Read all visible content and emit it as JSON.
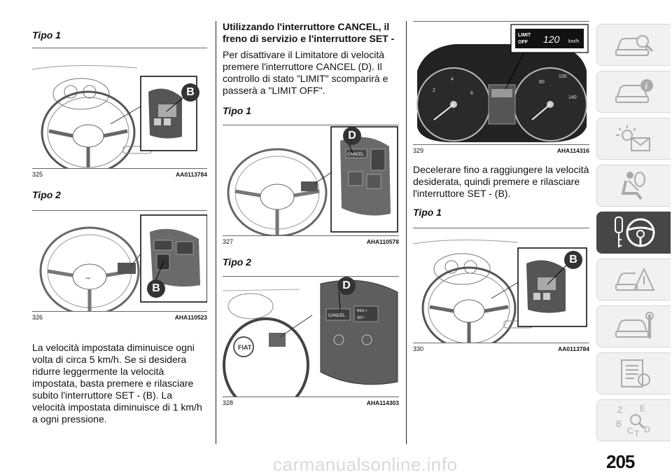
{
  "column1": {
    "heading1": "Tipo 1",
    "fig325": {
      "number": "325",
      "code": "AA0113784",
      "callout": "B"
    },
    "heading2": "Tipo 2",
    "fig326": {
      "number": "326",
      "code": "AHA110523",
      "callout": "B"
    },
    "paragraph": "La velocità impostata diminuisce ogni volta di circa 5 km/h. Se si desidera ridurre leggermente la velocità impostata, basta premere e rilasciare subito l'interruttore SET - (B). La velocità impostata diminuisce di 1 km/h a ogni pressione."
  },
  "column2": {
    "section_title": "Utilizzando l'interruttore CANCEL, il freno di servizio e l'interruttore SET -",
    "paragraph": "Per disattivare il Limitatore di velocità premere l'interruttore CANCEL (D). Il controllo di stato \"LIMIT\" scomparirà e passerà a \"LIMIT OFF\".",
    "heading1": "Tipo 1",
    "fig327": {
      "number": "327",
      "code": "AHA110578",
      "callout": "D",
      "button_label": "CANCEL"
    },
    "heading2": "Tipo 2",
    "fig328": {
      "number": "328",
      "code": "AHA114303",
      "callout": "D",
      "button_label": "CANCEL",
      "res_label": "RES +",
      "set_label": "SET -"
    }
  },
  "column3": {
    "fig329": {
      "number": "329",
      "code": "AHA114316",
      "display_label_top": "LIMIT",
      "display_label_bottom": "OFF",
      "display_value": "120",
      "display_unit": "km/h"
    },
    "paragraph": "Decelerare fino a raggiungere la velocità desiderata, quindi premere e rilasciare l'interruttore SET - (B).",
    "heading1": "Tipo 1",
    "fig330": {
      "number": "330",
      "code": "AA0113784",
      "callout": "B"
    }
  },
  "sidebar": {
    "tiles": [
      {
        "icon": "car-search-icon"
      },
      {
        "icon": "car-info-icon"
      },
      {
        "icon": "warning-light-envelope-icon"
      },
      {
        "icon": "seat-airbag-icon"
      },
      {
        "icon": "key-steering-wheel-icon",
        "active": true
      },
      {
        "icon": "car-warning-triangle-icon"
      },
      {
        "icon": "car-wrench-icon"
      },
      {
        "icon": "technical-data-list-icon"
      },
      {
        "icon": "alphabetical-index-icon"
      }
    ]
  },
  "page_number": "205",
  "watermark": "carmanualsonline.info",
  "colors": {
    "active_tile": "#464646",
    "tile": "#f1f1f1",
    "ink": "#111111"
  }
}
